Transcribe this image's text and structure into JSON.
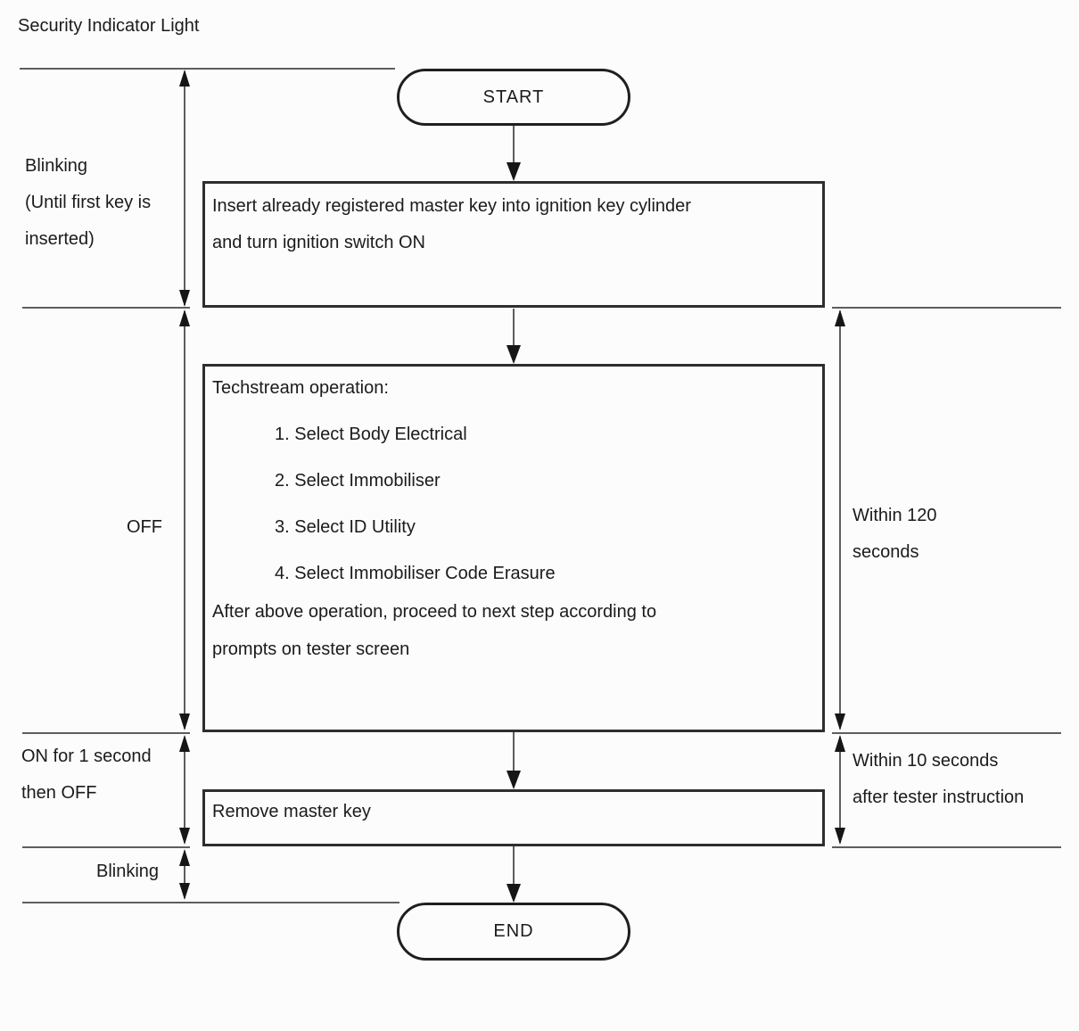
{
  "title": "Security Indicator Light",
  "colors": {
    "line": "#5e5e5e",
    "arrowhead": "#161616",
    "box_border": "#2e2e2e",
    "oval_border": "#1f1f1f",
    "text": "#1b1b1b",
    "background": "#fcfcfc"
  },
  "flow": {
    "start_label": "START",
    "step1_lines": [
      "Insert already registered master key into ignition key cylinder",
      "and turn ignition switch ON"
    ],
    "step2": {
      "heading": "Techstream operation:",
      "items": [
        "1. Select Body Electrical",
        "2. Select Immobiliser",
        "3. Select ID Utility",
        "4. Select Immobiliser Code Erasure"
      ],
      "footer_lines": [
        "After above operation, proceed to next step according to",
        "prompts on tester screen"
      ]
    },
    "step3_label": "Remove master key",
    "end_label": "END"
  },
  "timeline": {
    "left": [
      {
        "lines": [
          "Blinking",
          "(Until first key is",
          "inserted)"
        ]
      },
      {
        "lines": [
          "OFF"
        ]
      },
      {
        "lines": [
          "ON for 1 second",
          "then OFF"
        ]
      },
      {
        "lines": [
          "Blinking"
        ]
      }
    ],
    "right": [
      {
        "lines": [
          "Within 120",
          "seconds"
        ]
      },
      {
        "lines": [
          "Within 10 seconds",
          "after tester instruction"
        ]
      }
    ]
  }
}
